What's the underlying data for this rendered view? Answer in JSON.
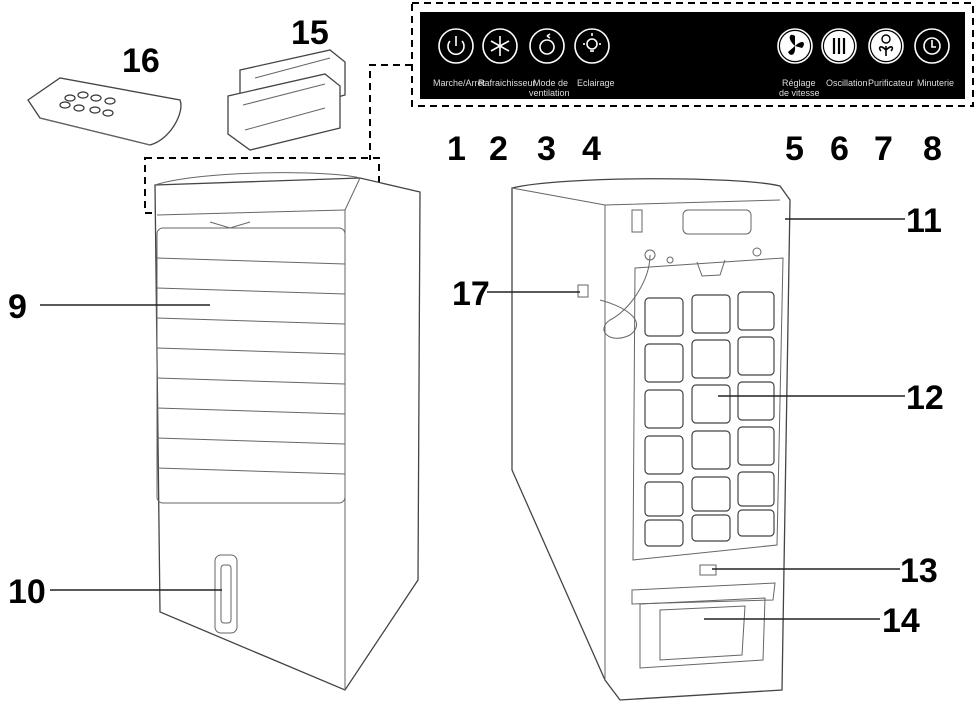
{
  "panel": {
    "buttons": [
      {
        "num": "1",
        "label": "Marche/Arrêt",
        "icon": "power-icon"
      },
      {
        "num": "2",
        "label": "Rafraichisseur",
        "icon": "snowflake-icon"
      },
      {
        "num": "3",
        "label": "Mode de",
        "label2": "ventilation",
        "icon": "ventilation-mode-icon"
      },
      {
        "num": "4",
        "label": "Eclairage",
        "icon": "light-bulb-icon"
      },
      {
        "num": "5",
        "label": "Réglage",
        "label2": "de vitesse",
        "icon": "fan-icon"
      },
      {
        "num": "6",
        "label": "Oscillation",
        "icon": "oscillation-icon"
      },
      {
        "num": "7",
        "label": "Purificateur",
        "icon": "purifier-icon"
      },
      {
        "num": "8",
        "label": "Minuterie",
        "icon": "timer-icon"
      }
    ]
  },
  "callouts": {
    "n9": "9",
    "n10": "10",
    "n11": "11",
    "n12": "12",
    "n13": "13",
    "n14": "14",
    "n15": "15",
    "n16": "16",
    "n17": "17"
  },
  "colors": {
    "panel_bg": "#000000",
    "line": "#222222",
    "accent": "#ffffff"
  }
}
